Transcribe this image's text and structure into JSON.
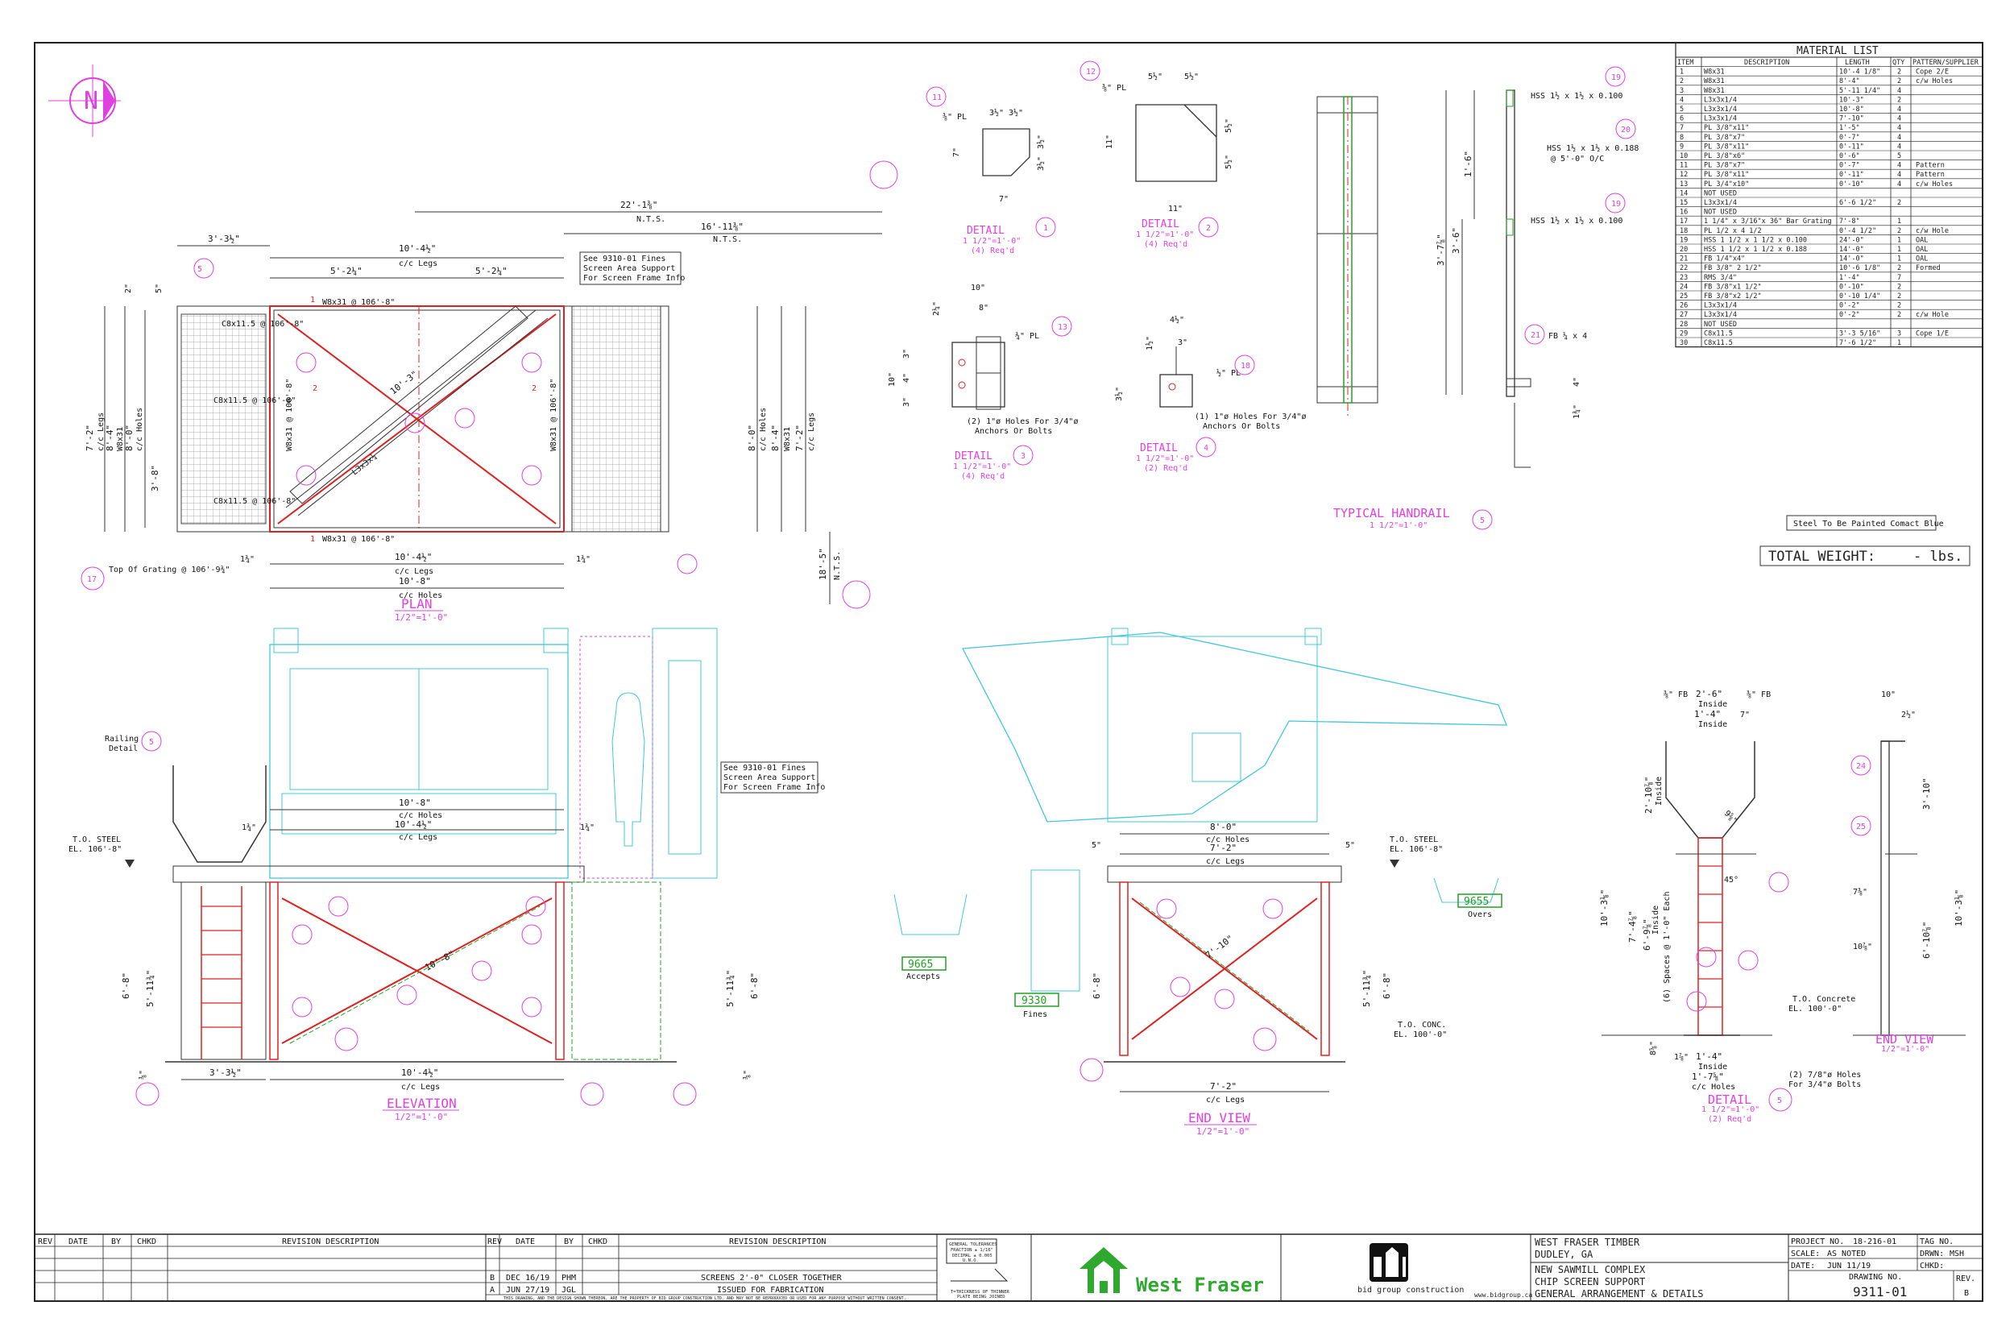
{
  "material_list": {
    "title": "MATERIAL LIST",
    "headers": [
      "ITEM",
      "DESCRIPTION",
      "LENGTH",
      "QTY",
      "PATTERN/SUPPLIER"
    ],
    "rows": [
      [
        "1",
        "W8x31",
        "10'-4 1/8\"",
        "2",
        "Cope 2/E"
      ],
      [
        "2",
        "W8x31",
        "8'-4\"",
        "2",
        "c/w Holes"
      ],
      [
        "3",
        "W8x31",
        "5'-11 1/4\"",
        "4",
        ""
      ],
      [
        "4",
        "L3x3x1/4",
        "10'-3\"",
        "2",
        ""
      ],
      [
        "5",
        "L3x3x1/4",
        "10'-8\"",
        "4",
        ""
      ],
      [
        "6",
        "L3x3x1/4",
        "7'-10\"",
        "4",
        ""
      ],
      [
        "7",
        "PL 3/8\"x11\"",
        "1'-5\"",
        "4",
        ""
      ],
      [
        "8",
        "PL 3/8\"x7\"",
        "0'-7\"",
        "4",
        ""
      ],
      [
        "9",
        "PL 3/8\"x11\"",
        "0'-11\"",
        "4",
        ""
      ],
      [
        "10",
        "PL 3/8\"x6\"",
        "0'-6\"",
        "5",
        ""
      ],
      [
        "11",
        "PL 3/8\"x7\"",
        "0'-7\"",
        "4",
        "Pattern"
      ],
      [
        "12",
        "PL 3/8\"x11\"",
        "0'-11\"",
        "4",
        "Pattern"
      ],
      [
        "13",
        "PL 3/4\"x10\"",
        "0'-10\"",
        "4",
        "c/w Holes"
      ],
      [
        "14",
        "NOT USED",
        "",
        "",
        ""
      ],
      [
        "15",
        "L3x3x1/4",
        "6'-6 1/2\"",
        "2",
        ""
      ],
      [
        "16",
        "NOT USED",
        "",
        "",
        ""
      ],
      [
        "17",
        "1 1/4\" x 3/16\"x 36\" Bar Grating",
        "7'-8\"",
        "1",
        ""
      ],
      [
        "18",
        "PL 1/2 x 4 1/2",
        "0'-4 1/2\"",
        "2",
        "c/w Hole"
      ],
      [
        "19",
        "HSS 1 1/2 x 1 1/2 x 0.100",
        "24'-0\"",
        "1",
        "OAL"
      ],
      [
        "20",
        "HSS 1 1/2 x 1 1/2 x 0.188",
        "14'-0\"",
        "1",
        "OAL"
      ],
      [
        "21",
        "FB 1/4\"x4\"",
        "14'-0\"",
        "1",
        "OAL"
      ],
      [
        "22",
        "FB 3/8\" 2 1/2\"",
        "10'-6 1/8\"",
        "2",
        "Formed"
      ],
      [
        "23",
        "RMS 3/4\"",
        "1'-4\"",
        "7",
        ""
      ],
      [
        "24",
        "FB 3/8\"x1 1/2\"",
        "0'-10\"",
        "2",
        ""
      ],
      [
        "25",
        "FB 3/8\"x2 1/2\"",
        "0'-10 1/4\"",
        "2",
        ""
      ],
      [
        "26",
        "L3x3x1/4",
        "0'-2\"",
        "2",
        ""
      ],
      [
        "27",
        "L3x3x1/4",
        "0'-2\"",
        "2",
        "c/w Hole"
      ],
      [
        "28",
        "NOT USED",
        "",
        "",
        ""
      ],
      [
        "29",
        "C8x11.5",
        "3'-3 5/16\"",
        "3",
        "Cope 1/E"
      ],
      [
        "30",
        "C8x11.5",
        "7'-6 1/2\"",
        "1",
        ""
      ]
    ],
    "paint_note": "Steel To Be Painted Comact Blue",
    "total_weight_label": "TOTAL WEIGHT:",
    "total_weight_value": "- lbs."
  },
  "north_arrow": "N",
  "plan": {
    "title": "PLAN",
    "scale": "1/2\"=1'-0\"",
    "dim_top_overall": "22'-1⅜\"",
    "dim_top_overall_sub": "N.T.S.",
    "dim_top_2": "16'-11⅜\"",
    "dim_top_2_sub": "N.T.S.",
    "dim_legs": "10'-4½\"",
    "dim_legs_sub": "c/c Legs",
    "dim_half_left": "5'-2¼\"",
    "dim_half_right": "5'-2¼\"",
    "dim_left_platform": "3'-3½\"",
    "beam_top": "W8x31 @ 106'-8\"",
    "beam_bottom": "W8x31 @ 106'-8\"",
    "beam_left": "W8x31 @ 106'-8\"",
    "beam_right": "W8x31 @ 106'-8\"",
    "channel_1": "C8x11.5 @ 106'-8\"",
    "channel_2": "C8x11.5 @ 106'-8\"",
    "channel_3": "C8x11.5 @ 106'-8\"",
    "brace_top": "10'-3\"",
    "brace_angle": "L3x3x¼",
    "note": [
      "See 9310-01 Fines",
      "Screen Area Support",
      "For Screen Frame Info"
    ],
    "grating_note": "Top Of Grating @ 106'-9¾\"",
    "dim_bottom_legs": "10'-4½\"",
    "dim_bottom_legs_sub": "c/c Legs",
    "dim_bottom_holes": "10'-8\"",
    "dim_bottom_holes_sub": "c/c Holes",
    "dim_small_left": "1¾\"",
    "dim_small_right": "1¾\"",
    "dim_left_1": "7'-2\"",
    "dim_left_1_sub": "c/c Legs",
    "dim_left_2": "8'-4\"",
    "dim_left_2_sub": "W8x31",
    "dim_left_3": "8'-0\"",
    "dim_left_3_sub": "c/c Holes",
    "dim_left_4": "3'-8\"",
    "dim_right_1": "8'-0\"",
    "dim_right_1_sub": "c/c Holes",
    "dim_right_2": "8'-4\"",
    "dim_right_2_sub": "W8x31",
    "dim_right_3": "7'-2\"",
    "dim_right_3_sub": "c/c Legs",
    "dim_right_nts": "18'-5\"",
    "dim_right_nts_sub": "N.T.S.",
    "dim_2": "2\"",
    "dim_5": "5\""
  },
  "details": {
    "d1": {
      "title": "DETAIL",
      "num": "1",
      "scale": "1 1/2\"=1'-0\"",
      "req": "(4) Req'd",
      "pl": "⅜\" PL",
      "dims": [
        "3½\"",
        "3½\"",
        "7\"",
        "3½\"",
        "3½\"",
        "7\""
      ]
    },
    "d2": {
      "title": "DETAIL",
      "num": "2",
      "scale": "1 1/2\"=1'-0\"",
      "req": "(4) Req'd",
      "pl": "⅜\" PL",
      "dims": [
        "5½\"",
        "5½\"",
        "11\"",
        "5½\"",
        "5½\"",
        "11\""
      ]
    },
    "d3": {
      "title": "DETAIL",
      "num": "3",
      "scale": "1 1/2\"=1'-0\"",
      "req": "(4) Req'd",
      "pl": "¾\" PL",
      "dims": [
        "10\"",
        "8\"",
        "2¼\"",
        "10\"",
        "3\"",
        "4\"",
        "3\""
      ],
      "note": [
        "(2) 1\"ø Holes For 3/4\"ø",
        "Anchors Or Bolts"
      ]
    },
    "d4": {
      "title": "DETAIL",
      "num": "4",
      "scale": "1 1/2\"=1'-0\"",
      "req": "(2) Req'd",
      "pl": "½\" PL",
      "dims": [
        "4½\"",
        "1½\"",
        "3\"",
        "3½\""
      ],
      "note": [
        "(1) 1\"ø Holes For 3/4\"ø",
        "Anchors Or Bolts"
      ]
    },
    "d5": {
      "title": "DETAIL",
      "num": "5",
      "scale": "1 1/2\"=1'-0\"",
      "req": "(2) Req'd"
    }
  },
  "handrail": {
    "title": "TYPICAL HANDRAIL",
    "num": "5",
    "scale": "1 1/2\"=1'-0\"",
    "hss1": "HSS 1½ x 1½ x 0.100",
    "hss2": "HSS 1½ x 1½ x 0.188",
    "hss2_sub": "@ 5'-0\" O/C",
    "hss3": "HSS 1½ x 1½ x 0.100",
    "fb": "FB ¼ x 4",
    "dim_1": "1'-6\"",
    "dim_2": "3'-7⅞\"",
    "dim_3": "3'-6\"",
    "dim_4": "4\"",
    "dim_5": "1¾\""
  },
  "elevation": {
    "title": "ELEVATION",
    "scale": "1/2\"=1'-0\"",
    "railing": [
      "Railing",
      "Detail"
    ],
    "to_steel": "T.O. STEEL",
    "to_steel_el": "EL. 106'-8\"",
    "dim_holes": "10'-8\"",
    "dim_holes_sub": "c/c Holes",
    "dim_legs": "10'-4½\"",
    "dim_legs_sub": "c/c Legs",
    "dim_bottom": "10'-4½\"",
    "dim_bottom_sub": "c/c Legs",
    "dim_left": "3'-3½\"",
    "dim_h1": "6'-8\"",
    "dim_h2": "5'-11¾\"",
    "dim_brace": "10'-8\"",
    "dim_small": "1¾\"",
    "dim_base": "⅜\"",
    "note": [
      "See 9310-01 Fines",
      "Screen Area Support",
      "For Screen Frame Info"
    ]
  },
  "end_view": {
    "title": "END VIEW",
    "scale": "1/2\"=1'-0\"",
    "dim_holes": "8'-0\"",
    "dim_holes_sub": "c/c Holes",
    "dim_legs": "7'-2\"",
    "dim_legs_sub": "c/c Legs",
    "dim_bottom": "7'-2\"",
    "dim_bottom_sub": "c/c Legs",
    "dim_5": "5\"",
    "dim_brace": "7'-10\"",
    "dim_h1": "6'-8\"",
    "dim_h2": "5'-11¾\"",
    "to_steel": "T.O. STEEL",
    "to_steel_el": "EL. 106'-8\"",
    "to_conc": "T.O. CONC.",
    "to_conc_el": "EL. 100'-0\"",
    "tag_accepts": "9665",
    "tag_accepts_label": "Accepts",
    "tag_fines": "9330",
    "tag_fines_label": "Fines",
    "tag_overs": "9655",
    "tag_overs_label": "Overs"
  },
  "ladder_detail": {
    "dim_top": "2'-6\"",
    "dim_top_sub": "Inside",
    "dim_mid": "1'-4\"",
    "dim_mid_sub": "Inside",
    "dim_7": "7\"",
    "fb_l": "⅜\" FB",
    "fb_r": "⅜\" FB",
    "dim_inside": "2'-10⅞\"",
    "dim_inside_sub": "Inside",
    "dim_total": "10'-3⅛\"",
    "dim_a": "7'-4⅞\"",
    "dim_b": "6'-9⅞\"",
    "dim_b_sub": "Inside",
    "spaces": "(6) Spaces @ 1'-0\" Each",
    "dim_bot": "1'-4\"",
    "dim_bot_sub": "Inside",
    "dim_bot2": "1'-7⅝\"",
    "dim_bot2_sub": "c/c Holes",
    "holes_note": [
      "(2) 7/8\"ø Holes",
      "For 3/4\"ø Bolts"
    ],
    "dim_small": "1⅞\"",
    "dim_base": "8⅝\"",
    "to_concrete": "T.O. Concrete",
    "to_concrete_el": "EL. 100'-0\"",
    "dim_45": "45°",
    "dim_diag": "9⅝\""
  },
  "end_view2": {
    "title": "END VIEW",
    "scale": "1/2\"=1'-0\"",
    "dim_10": "10\"",
    "dim_2": "2½\"",
    "dim_a": "3'-10\"",
    "dim_b": "10'-3⅛\"",
    "dim_c": "6'-10⅞\"",
    "dim_d": "7⅜\"",
    "dim_e": "10⅞\""
  },
  "title_block": {
    "rev_headers": [
      "REV",
      "DATE",
      "BY",
      "CHKD",
      "REVISION DESCRIPTION"
    ],
    "rev_rows": [
      [
        "B",
        "DEC 16/19",
        "PHM",
        "",
        "SCREENS 2'-0\" CLOSER TOGETHER"
      ],
      [
        "A",
        "JUN 27/19",
        "JGL",
        "",
        "ISSUED FOR FABRICATION"
      ]
    ],
    "disclaimer": "THIS DRAWING, AND THE DESIGN SHOWN THEREON, ARE THE PROPERTY OF BID GROUP CONSTRUCTION LTD. AND MAY NOT BE REPRODUCED OR USED FOR ANY PURPOSE WITHOUT WRITTEN CONSENT.",
    "tolerances": [
      "GENERAL TOLERANCES",
      "FRACTION ± 1/16\"",
      "DECIMAL ± 0.005",
      "U.N.O."
    ],
    "thickness_note": [
      "T=THICKNESS OF THINNER",
      "PLATE BEING JOINED"
    ],
    "client_logo": "West Fraser",
    "contractor_logo": "bid group construction",
    "website": "www.bidgroup.ca",
    "client": "WEST FRASER TIMBER",
    "location": "DUDLEY, GA",
    "project_line1": "NEW SAWMILL COMPLEX",
    "project_line2": "CHIP SCREEN SUPPORT",
    "project_line3": "GENERAL ARRANGEMENT & DETAILS",
    "project_no_label": "PROJECT NO.",
    "project_no": "18-216-01",
    "tag_no_label": "TAG NO.",
    "scale_label": "SCALE:",
    "scale": "AS NOTED",
    "drawn_label": "DRWN:",
    "drawn": "MSH",
    "date_label": "DATE:",
    "date": "JUN 11/19",
    "chkd_label": "CHKD:",
    "drawing_no_label": "DRAWING NO.",
    "drawing_no": "9311-01",
    "rev_label": "REV.",
    "rev": "B"
  },
  "colors": {
    "magenta": "#e040e0",
    "cyan": "#40c8d8",
    "red": "#e02020",
    "green": "#22a022",
    "dark": "#333333"
  }
}
